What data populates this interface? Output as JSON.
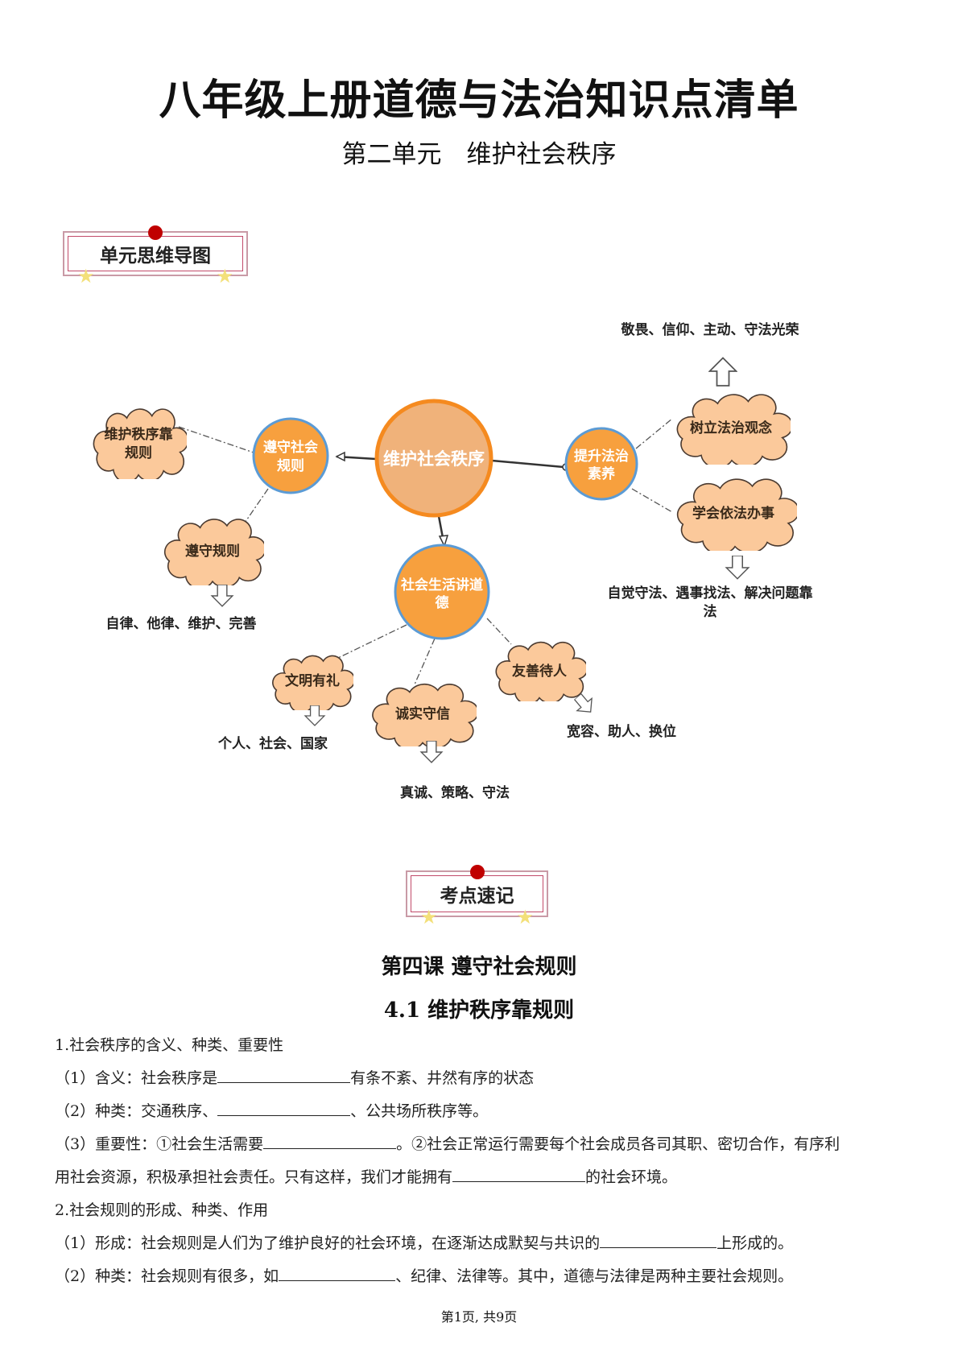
{
  "header": {
    "title": "八年级上册道德与法治知识点清单",
    "subtitle": "第二单元　维护社会秩序"
  },
  "badges": {
    "mindmap": "单元思维导图",
    "notes": "考点速记"
  },
  "mindmap": {
    "center": "维护社会秩序",
    "branch_rules": {
      "line1": "遵守社会",
      "line2": "规则"
    },
    "branch_law": {
      "line1": "提升法治",
      "line2": "素养"
    },
    "branch_morals": {
      "line1": "社会生活讲道",
      "line2": "德"
    },
    "cloud_order": {
      "line1": "维护秩序靠",
      "line2": "规则"
    },
    "cloud_obey": "遵守规则",
    "obey_result": "自律、他律、维护、完善",
    "cloud_concept": "树立法治观念",
    "concept_result": "敬畏、信仰、主动、守法光荣",
    "cloud_act": "学会依法办事",
    "act_result": {
      "line1": "自觉守法、遇事找法、解决问题靠",
      "line2": "法"
    },
    "cloud_polite": "文明有礼",
    "polite_result": "个人、社会、国家",
    "cloud_honest": "诚实守信",
    "honest_result": "真诚、策略、守法",
    "cloud_kind": "友善待人",
    "kind_result": "宽容、助人、换位"
  },
  "lesson": {
    "title": "第四课  遵守社会规则",
    "section": "4.1  维护秩序靠规则"
  },
  "content": {
    "q1": "1.社会秩序的含义、种类、重要性",
    "q1_1a": "（1）含义：社会秩序是",
    "q1_1b": "有条不紊、井然有序的状态",
    "q1_2a": "（2）种类：交通秩序、",
    "q1_2b": "、公共场所秩序等。",
    "q1_3a": "（3）重要性：①社会生活需要",
    "q1_3b": "。②社会正常运行需要每个社会成员各司其职、密切合作，有序利",
    "q1_3c": "用社会资源，积极承担社会责任。只有这样，我们才能拥有",
    "q1_3d": "的社会环境。",
    "q2": "2.社会规则的形成、种类、作用",
    "q2_1a": "（1）形成：社会规则是人们为了维护良好的社会环境，在逐渐达成默契与共识的",
    "q2_1b": "上形成的。",
    "q2_2a": "（2）种类：社会规则有很多，如",
    "q2_2b": "、纪律、法律等。其中，道德与法律是两种主要社会规则。"
  },
  "footer": {
    "page": "第1页, 共9页"
  },
  "colors": {
    "orange": "#f7a03e",
    "center": "#f0b27a",
    "cloud": "#fbc99b",
    "blue_ring": "#5b9bd5",
    "red": "#c00000"
  }
}
